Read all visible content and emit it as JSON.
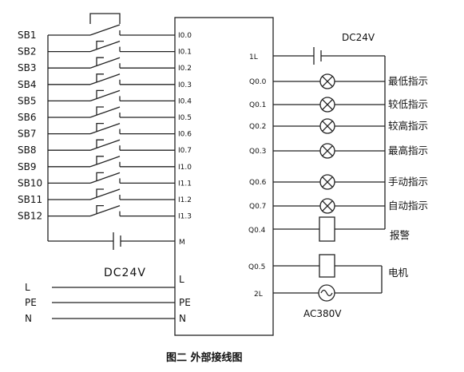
{
  "switches": [
    "SB1",
    "SB2",
    "SB3",
    "SB4",
    "SB5",
    "SB6",
    "SB7",
    "SB8",
    "SB9",
    "SB10",
    "SB11",
    "SB12"
  ],
  "inputs": [
    "I0.0",
    "I0.1",
    "I0.2",
    "I0.3",
    "I0.4",
    "I0.5",
    "I0.6",
    "I0.7",
    "I1.0",
    "I1.1",
    "I1.2",
    "I1.3"
  ],
  "input_common": "M",
  "input_supply": "DC24V",
  "power_terminals": [
    "L",
    "PE",
    "N"
  ],
  "output_common_1": "1L",
  "output_supply_1": "DC24V",
  "lamp_outputs": [
    {
      "terminal": "Q0.0",
      "label": "最低指示"
    },
    {
      "terminal": "Q0.1",
      "label": "较低指示"
    },
    {
      "terminal": "Q0.2",
      "label": "较高指示"
    },
    {
      "terminal": "Q0.3",
      "label": "最高指示"
    },
    {
      "terminal": "Q0.6",
      "label": "手动指示"
    },
    {
      "terminal": "Q0.7",
      "label": "自动指示"
    }
  ],
  "alarm_output": {
    "terminal": "Q0.4",
    "label": "报警"
  },
  "motor_output": {
    "terminal": "Q0.5",
    "label": "电机"
  },
  "output_common_2": "2L",
  "output_supply_2": "AC380V",
  "caption": "图二  外部接线图"
}
